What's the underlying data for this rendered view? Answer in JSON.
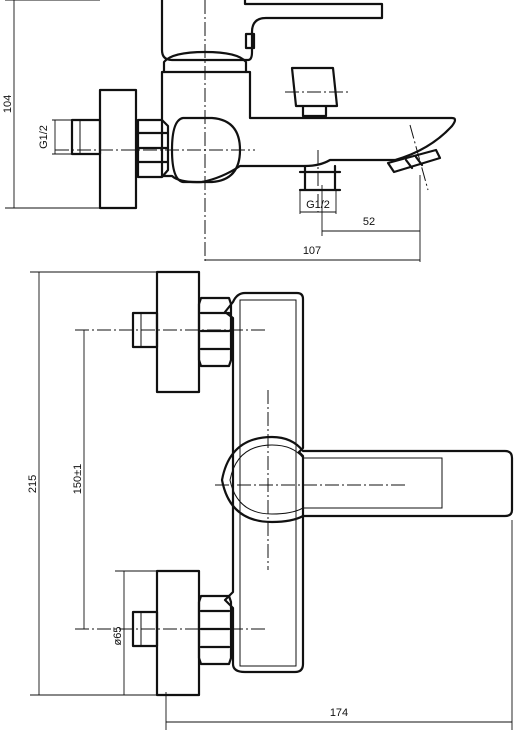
{
  "dimensions": {
    "side_height": "104",
    "inlet_thread": "G1/2",
    "outlet_thread": "G1/2",
    "spout_offset": "52",
    "projection": "107",
    "front_height": "215",
    "centres": "150±1",
    "rosette_diameter": "ø65",
    "front_projection": "174"
  }
}
